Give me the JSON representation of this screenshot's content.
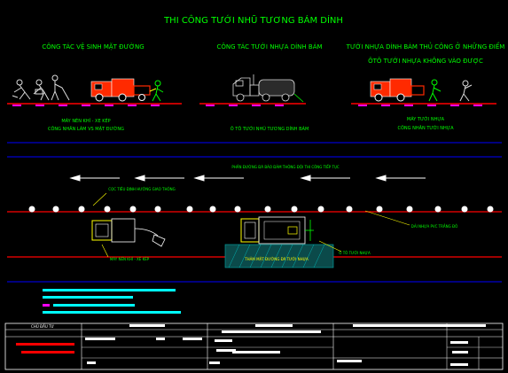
{
  "title": "THI CÔNG TƯỚI NHŨ TƯƠNG BÁM DÍNH",
  "sections": [
    {
      "heading": "CÔNG TÁC VỆ SINH MẶT ĐƯỜNG",
      "notes": [
        "MÁY NÉN KHÍ - XE KÉP",
        "CÔNG NHÂN LÀM VS MẶT ĐƯỜNG"
      ]
    },
    {
      "heading": "CÔNG TÁC TƯỚI NHỰA DÍNH BÁM",
      "notes": [
        "Ô TÔ TƯỚI NHŨ TƯƠNG DÍNH BÁM"
      ]
    },
    {
      "heading": "TƯỚI NHỰA DÍNH BÁM THỦ CÔNG Ở NHỮNG ĐIỂM",
      "heading2": "ÔTÔ TƯỚI NHỰA KHÔNG VÀO ĐƯỢC",
      "notes": [
        "MÁY TƯỚI NHỰA",
        "CÔNG NHÂN TƯỚI NHỰA"
      ]
    }
  ],
  "plan": {
    "direction_note": "PHẦN ĐƯỜNG ĐÃ BẢO ĐẢM THÔNG ĐỘI THI CÔNG TIẾP TỤC",
    "cones_note": "CỌC TIÊU ĐỊNH HƯỚNG GIAO THÔNG",
    "compressor_note": "MÁY NÉN KHÍ - XE KÉP",
    "edge_note": "DẢI NHỰA PVC TRẮNG ĐỎ",
    "truck_note": "Ô TÔ TƯỚI NHỰA",
    "sprayed_note": "THẢM MẶT ĐƯỜNG ĐÃ TƯỚI NHỰA"
  },
  "title_block": {
    "owner_label": "CHỦ ĐẦU TƯ"
  },
  "colors": {
    "background": "#000000",
    "title": "#00ff00",
    "heading": "#00ff00",
    "note": "#00ff00",
    "frame": "#0000ff",
    "road": "#ff0000",
    "arrow": "#ffffff",
    "cyan": "#00ffff",
    "yellow": "#ffff00",
    "magenta": "#ff00ff",
    "truck_red": "#ff2a00"
  }
}
